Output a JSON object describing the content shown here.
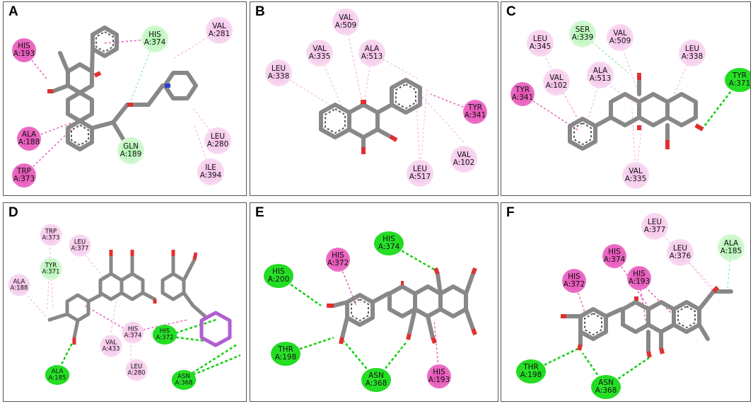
{
  "panels": [
    {
      "label": "A",
      "residues": [
        {
          "name": "HIS",
          "id": "A:193",
          "kind": "strong"
        },
        {
          "name": "HIS",
          "id": "A:374",
          "kind": "lgreen"
        },
        {
          "name": "VAL",
          "id": "A:281",
          "kind": "pink"
        },
        {
          "name": "ALA",
          "id": "A:188",
          "kind": "strong"
        },
        {
          "name": "GLN",
          "id": "A:189",
          "kind": "lgreen"
        },
        {
          "name": "LEU",
          "id": "A:280",
          "kind": "pink"
        },
        {
          "name": "TRP",
          "id": "A:373",
          "kind": "strong"
        },
        {
          "name": "ILE",
          "id": "A:394",
          "kind": "pink"
        }
      ]
    },
    {
      "label": "B",
      "residues": [
        {
          "name": "VAL",
          "id": "A:509",
          "kind": "pink"
        },
        {
          "name": "LEU",
          "id": "A:338",
          "kind": "pink"
        },
        {
          "name": "VAL",
          "id": "A:335",
          "kind": "pink"
        },
        {
          "name": "ALA",
          "id": "A:513",
          "kind": "pink"
        },
        {
          "name": "TYR",
          "id": "A:341",
          "kind": "strong"
        },
        {
          "name": "VAL",
          "id": "A:102",
          "kind": "pink"
        },
        {
          "name": "LEU",
          "id": "A:517",
          "kind": "pink"
        }
      ]
    },
    {
      "label": "C",
      "residues": [
        {
          "name": "SER",
          "id": "A:339",
          "kind": "lgreen"
        },
        {
          "name": "VAL",
          "id": "A:509",
          "kind": "pink"
        },
        {
          "name": "LEU",
          "id": "A:345",
          "kind": "pink"
        },
        {
          "name": "LEU",
          "id": "A:338",
          "kind": "pink"
        },
        {
          "name": "TYR",
          "id": "A:371",
          "kind": "green"
        },
        {
          "name": "VAL",
          "id": "A:102",
          "kind": "pink"
        },
        {
          "name": "ALA",
          "id": "A:513",
          "kind": "pink"
        },
        {
          "name": "TYR",
          "id": "A:341",
          "kind": "strong"
        },
        {
          "name": "VAL",
          "id": "A:335",
          "kind": "pink"
        }
      ]
    },
    {
      "label": "D",
      "residues": [
        {
          "name": "TRP",
          "id": "A:373",
          "kind": "pink"
        },
        {
          "name": "LEU",
          "id": "A:377",
          "kind": "pink"
        },
        {
          "name": "TYR",
          "id": "A:371",
          "kind": "lgreen"
        },
        {
          "name": "ALA",
          "id": "A:188",
          "kind": "pink"
        },
        {
          "name": "HIS",
          "id": "A:374",
          "kind": "pink"
        },
        {
          "name": "HIS",
          "id": "A:372",
          "kind": "green"
        },
        {
          "name": "VAL",
          "id": "A:433",
          "kind": "pink"
        },
        {
          "name": "LEU",
          "id": "A:280",
          "kind": "pink"
        },
        {
          "name": "ALA",
          "id": "A:185",
          "kind": "green"
        },
        {
          "name": "ASN",
          "id": "A:368",
          "kind": "green"
        }
      ]
    },
    {
      "label": "E",
      "residues": [
        {
          "name": "HIS",
          "id": "A:374",
          "kind": "green"
        },
        {
          "name": "HIS",
          "id": "A:372",
          "kind": "strong"
        },
        {
          "name": "HIS",
          "id": "A:200",
          "kind": "green"
        },
        {
          "name": "THR",
          "id": "A:198",
          "kind": "green"
        },
        {
          "name": "ASN",
          "id": "A:368",
          "kind": "green"
        },
        {
          "name": "HIS",
          "id": "A:193",
          "kind": "strong"
        }
      ]
    },
    {
      "label": "F",
      "residues": [
        {
          "name": "LEU",
          "id": "A:377",
          "kind": "pink"
        },
        {
          "name": "ALA",
          "id": "A:185",
          "kind": "lgreen"
        },
        {
          "name": "HIS",
          "id": "A:374",
          "kind": "strong"
        },
        {
          "name": "LEU",
          "id": "A:376",
          "kind": "pink"
        },
        {
          "name": "HIS",
          "id": "A:372",
          "kind": "strong"
        },
        {
          "name": "HIS",
          "id": "A:193",
          "kind": "strong"
        },
        {
          "name": "THR",
          "id": "A:198",
          "kind": "green"
        },
        {
          "name": "ASN",
          "id": "A:368",
          "kind": "green"
        }
      ]
    }
  ]
}
